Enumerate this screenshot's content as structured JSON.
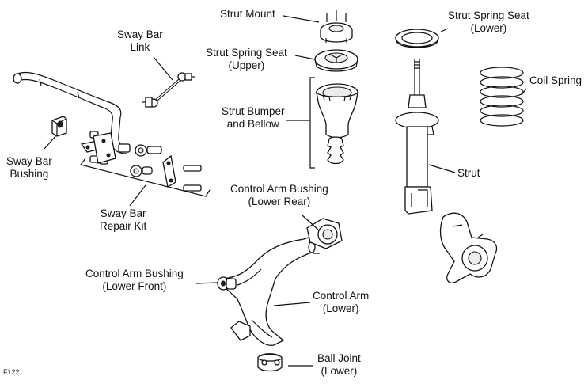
{
  "labels": {
    "strut_mount": "Strut Mount",
    "strut_spring_seat_upper": [
      "Strut Spring Seat",
      "(Upper)"
    ],
    "strut_bumper": [
      "Strut Bumper",
      "and Bellow"
    ],
    "strut_spring_seat_lower": [
      "Strut Spring Seat",
      "(Lower)"
    ],
    "coil_spring": "Coil Spring",
    "strut": "Strut",
    "sway_bar_link": [
      "Sway Bar",
      "Link"
    ],
    "sway_bar_bushing": [
      "Sway Bar",
      "Bushing"
    ],
    "sway_bar_repair_kit": [
      "Sway Bar",
      "Repair Kit"
    ],
    "control_arm_bushing_lower_rear": [
      "Control Arm Bushing",
      "(Lower Rear)"
    ],
    "control_arm_bushing_lower_front": [
      "Control Arm Bushing",
      "(Lower Front)"
    ],
    "control_arm": [
      "Control Arm",
      "(Lower)"
    ],
    "ball_joint": [
      "Ball Joint",
      "(Lower)"
    ]
  },
  "figure_code": "F122"
}
